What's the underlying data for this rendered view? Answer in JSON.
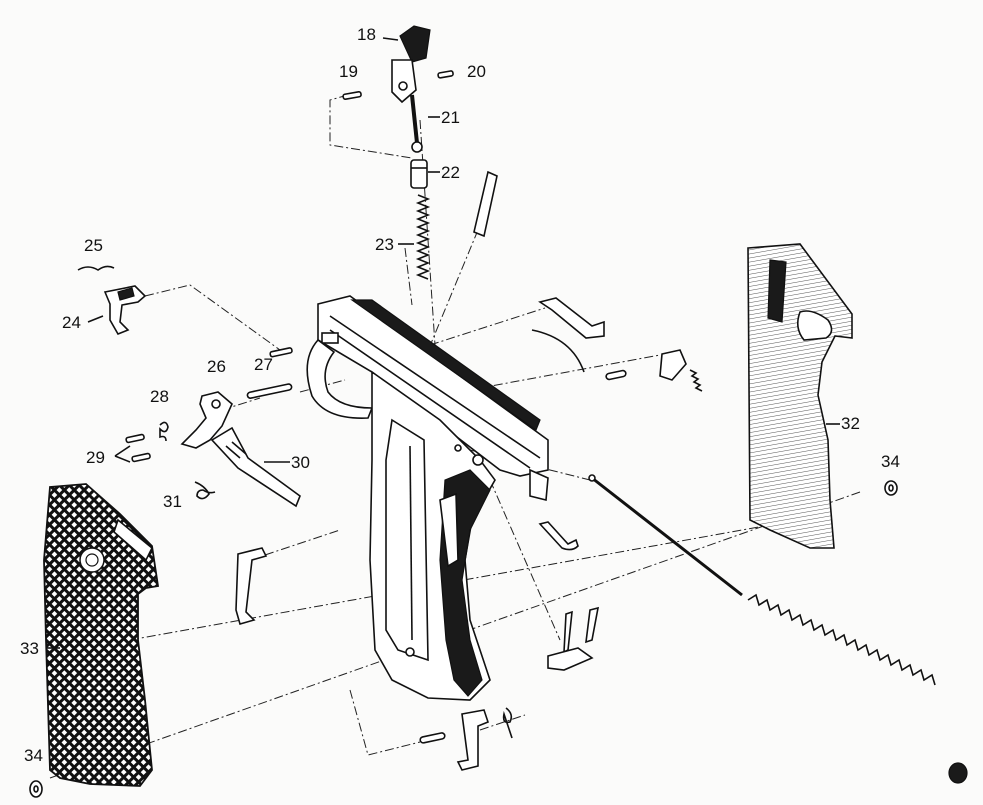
{
  "parts": [
    {
      "id": "18",
      "label": "18"
    },
    {
      "id": "19",
      "label": "19"
    },
    {
      "id": "20",
      "label": "20"
    },
    {
      "id": "21",
      "label": "21"
    },
    {
      "id": "22",
      "label": "22"
    },
    {
      "id": "23",
      "label": "23"
    },
    {
      "id": "24",
      "label": "24"
    },
    {
      "id": "25",
      "label": "25"
    },
    {
      "id": "26",
      "label": "26"
    },
    {
      "id": "27",
      "label": "27"
    },
    {
      "id": "28",
      "label": "28"
    },
    {
      "id": "29",
      "label": "29"
    },
    {
      "id": "30",
      "label": "30"
    },
    {
      "id": "31",
      "label": "31"
    },
    {
      "id": "32",
      "label": "32"
    },
    {
      "id": "33",
      "label": "33"
    },
    {
      "id": "34a",
      "label": "34"
    },
    {
      "id": "34b",
      "label": "34"
    }
  ]
}
